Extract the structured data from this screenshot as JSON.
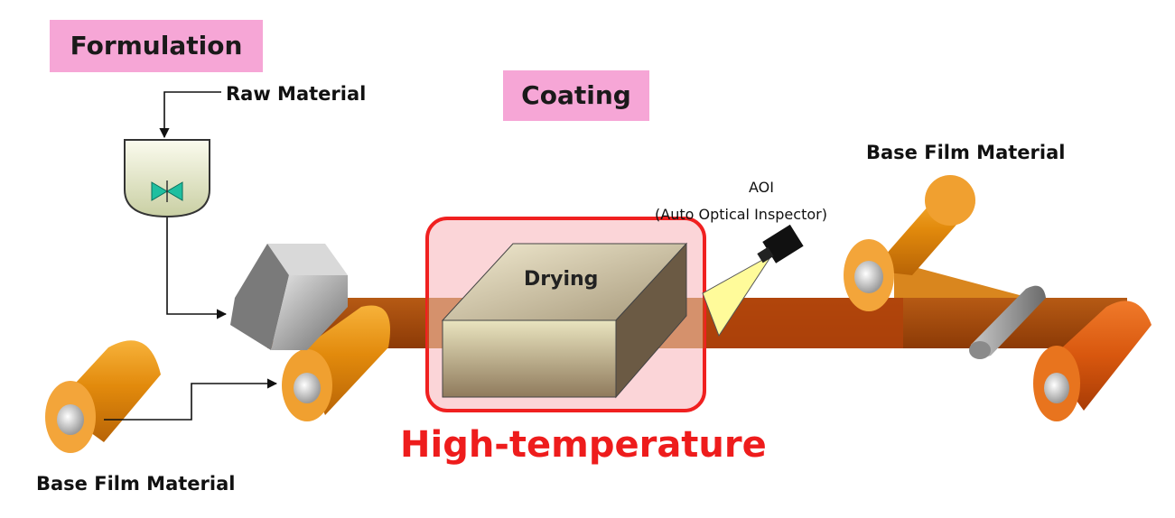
{
  "stages": {
    "formulation": "Formulation",
    "coating": "Coating"
  },
  "labels": {
    "raw_material": "Raw Material",
    "base_film_top": "Base Film Material",
    "base_film_bottom": "Base Film Material",
    "aoi": "AOI",
    "aoi_full": "(Auto Optical Inspector)",
    "drying": "Drying",
    "high_temperature": "High-temperature"
  },
  "colors": {
    "stage_tag": "#f6a6d6",
    "highlight": "#ee1c1c",
    "film": "#a64a0c",
    "roller": "#e8900c",
    "tank": "#eef0d6",
    "valve": "#1fbfa0"
  }
}
